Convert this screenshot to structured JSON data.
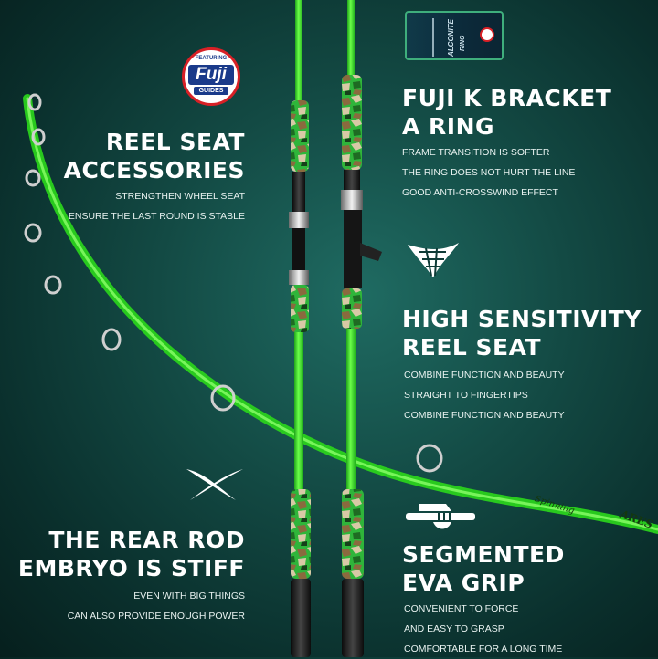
{
  "badges": {
    "fuji_top": "FEATURING",
    "fuji_main": "Fuji",
    "fuji_bottom": "GUIDES",
    "ring_word1": "ALCONITE",
    "ring_word2": "RING"
  },
  "rod_labels": {
    "blank_script": "Spinning",
    "brand": "ARES"
  },
  "features": [
    {
      "title_lines": [
        "REEL SEAT",
        "ACCESSORIES"
      ],
      "details": [
        "STRENGTHEN WHEEL SEAT",
        "ENSURE THE LAST ROUND IS STABLE"
      ],
      "icon": "fuji-guides-logo-icon"
    },
    {
      "title_lines": [
        "FUJI K BRACKET",
        "A RING"
      ],
      "details": [
        "FRAME TRANSITION IS SOFTER",
        "THE RING DOES NOT HURT THE LINE",
        "GOOD ANTI-CROSSWIND EFFECT"
      ],
      "icon": "alconite-ring-icon"
    },
    {
      "title_lines": [
        "HIGH SENSITIVITY",
        "REEL SEAT"
      ],
      "details": [
        "COMBINE FUNCTION AND BEAUTY",
        "STRAIGHT TO FINGERTIPS",
        "COMBINE FUNCTION AND BEAUTY"
      ],
      "icon": "sensitivity-wing-icon"
    },
    {
      "title_lines": [
        "THE REAR ROD",
        "EMBRYO IS STIFF"
      ],
      "details": [
        "EVEN WITH BIG THINGS",
        "CAN ALSO PROVIDE ENOUGH POWER"
      ],
      "icon": "x-swoosh-icon"
    },
    {
      "title_lines": [
        "SEGMENTED",
        "EVA GRIP"
      ],
      "details": [
        "CONVENIENT TO FORCE",
        "AND EASY TO GRASP",
        "COMFORTABLE FOR A LONG TIME"
      ],
      "icon": "hand-grip-icon"
    }
  ],
  "colors": {
    "background_dark": "#0a2f2c",
    "background_mid": "#1f6b62",
    "rod_green": "#3ddc2a",
    "camo_green": "#2fb53a",
    "camo_brown": "#8a6a3e",
    "camo_tan": "#d8c9a6",
    "text": "#ffffff"
  }
}
